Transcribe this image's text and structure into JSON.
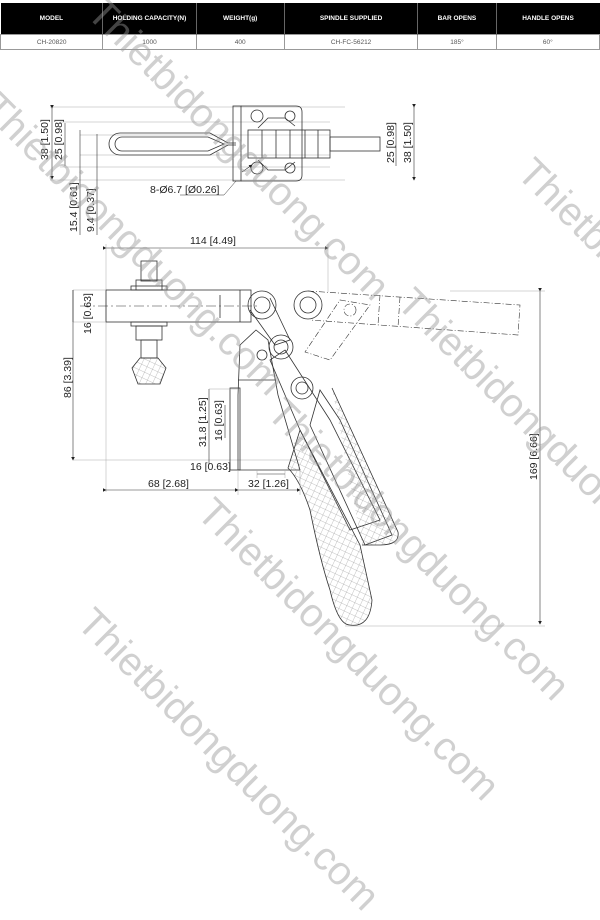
{
  "spec_table": {
    "headers": [
      "MODEL",
      "HOLDING CAPACITY(N)",
      "WEIGHT(g)",
      "SPINDLE SUPPLIED",
      "BAR OPENS",
      "HANDLE OPENS"
    ],
    "row": [
      "CH-20820",
      "1000",
      "400",
      "CH-FC-56212",
      "185°",
      "60°"
    ]
  },
  "top_view": {
    "dims": {
      "overall_height_left": "38 [1.50]",
      "inner_height_left": "25 [0.98]",
      "offset_a": "15.4 [0.61]",
      "offset_b": "9.4 [0.37]",
      "holes": "8-Ø6.7 [Ø0.26]",
      "inner_height_right": "25 [0.98]",
      "overall_height_right": "38 [1.50]"
    }
  },
  "side_view": {
    "dims": {
      "bar_length": "114 [4.49]",
      "bar_thickness": "16 [0.63]",
      "total_height_left": "86 [3.39]",
      "base_height": "31.8 [1.25]",
      "base_inner": "16 [0.63]",
      "base_offset": "16 [0.63]",
      "base_distance": "68 [2.68]",
      "hole_spacing": "32 [1.26]",
      "handle_height": "169 [6.66]"
    }
  },
  "watermark": {
    "text": "Thietbidongduong.com"
  }
}
